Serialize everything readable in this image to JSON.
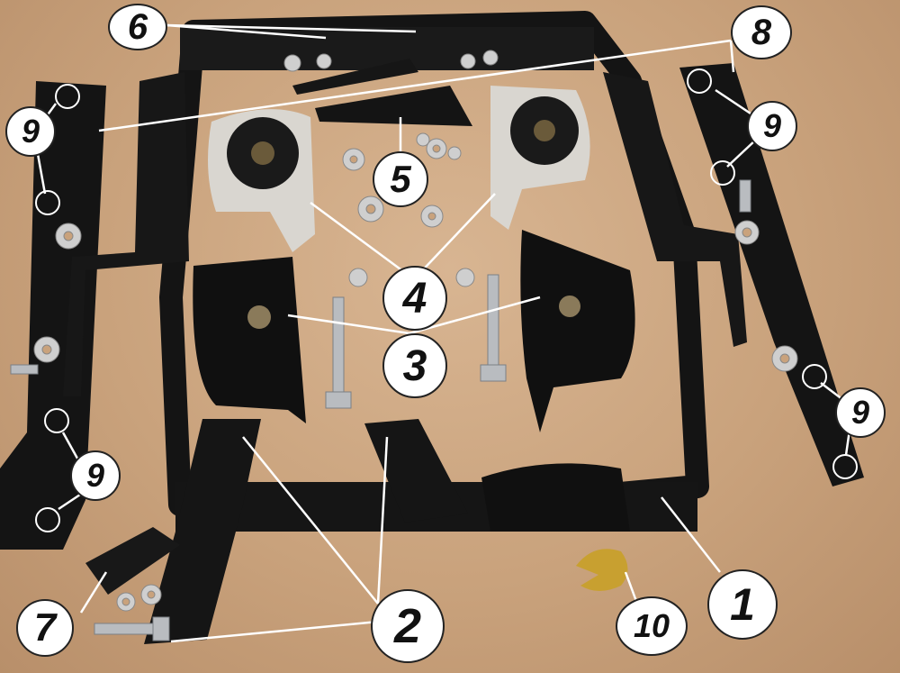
{
  "callouts": {
    "c1": "1",
    "c2": "2",
    "c3": "3",
    "c4": "4",
    "c5": "5",
    "c6": "6",
    "c7": "7",
    "c8": "8",
    "c9a": "9",
    "c9b": "9",
    "c9c": "9",
    "c9d": "9",
    "c10": "10"
  }
}
